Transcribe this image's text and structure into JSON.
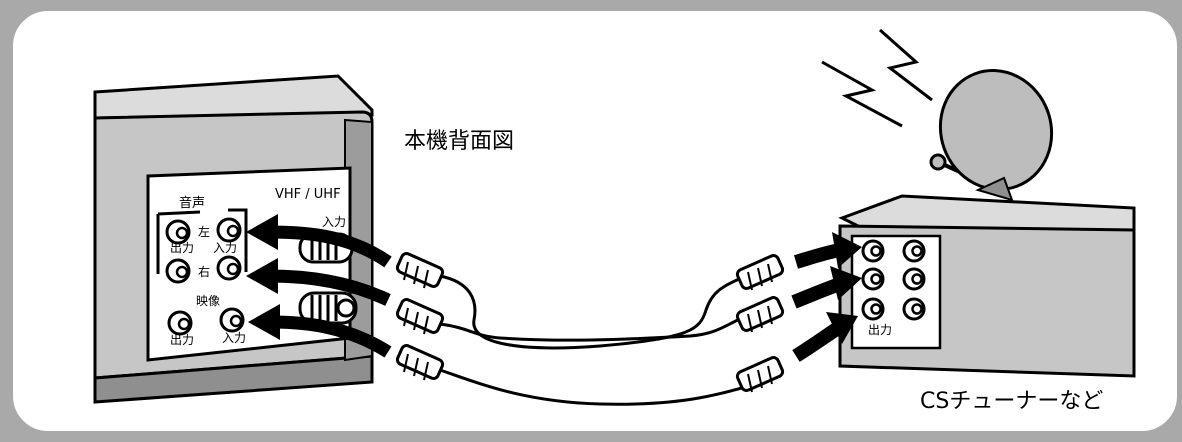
{
  "labels": {
    "recorder_rear": "本機背面図",
    "cs_tuner": "CSチューナーなど",
    "vhf_uhf": "VHF / UHF",
    "antenna_input": "入力",
    "audio": "音声",
    "left": "左",
    "right": "右",
    "input": "入力",
    "output": "出力",
    "video": "映像",
    "video_output": "出力",
    "video_input": "入力",
    "tuner_output": "出力"
  },
  "colors": {
    "frame": "#a9a9a9",
    "panel": "#ffffff",
    "device_light": "#dcdcdc",
    "device_mid": "#bdbdbd",
    "device_dark": "#8f8f8f",
    "ink": "#000000"
  }
}
